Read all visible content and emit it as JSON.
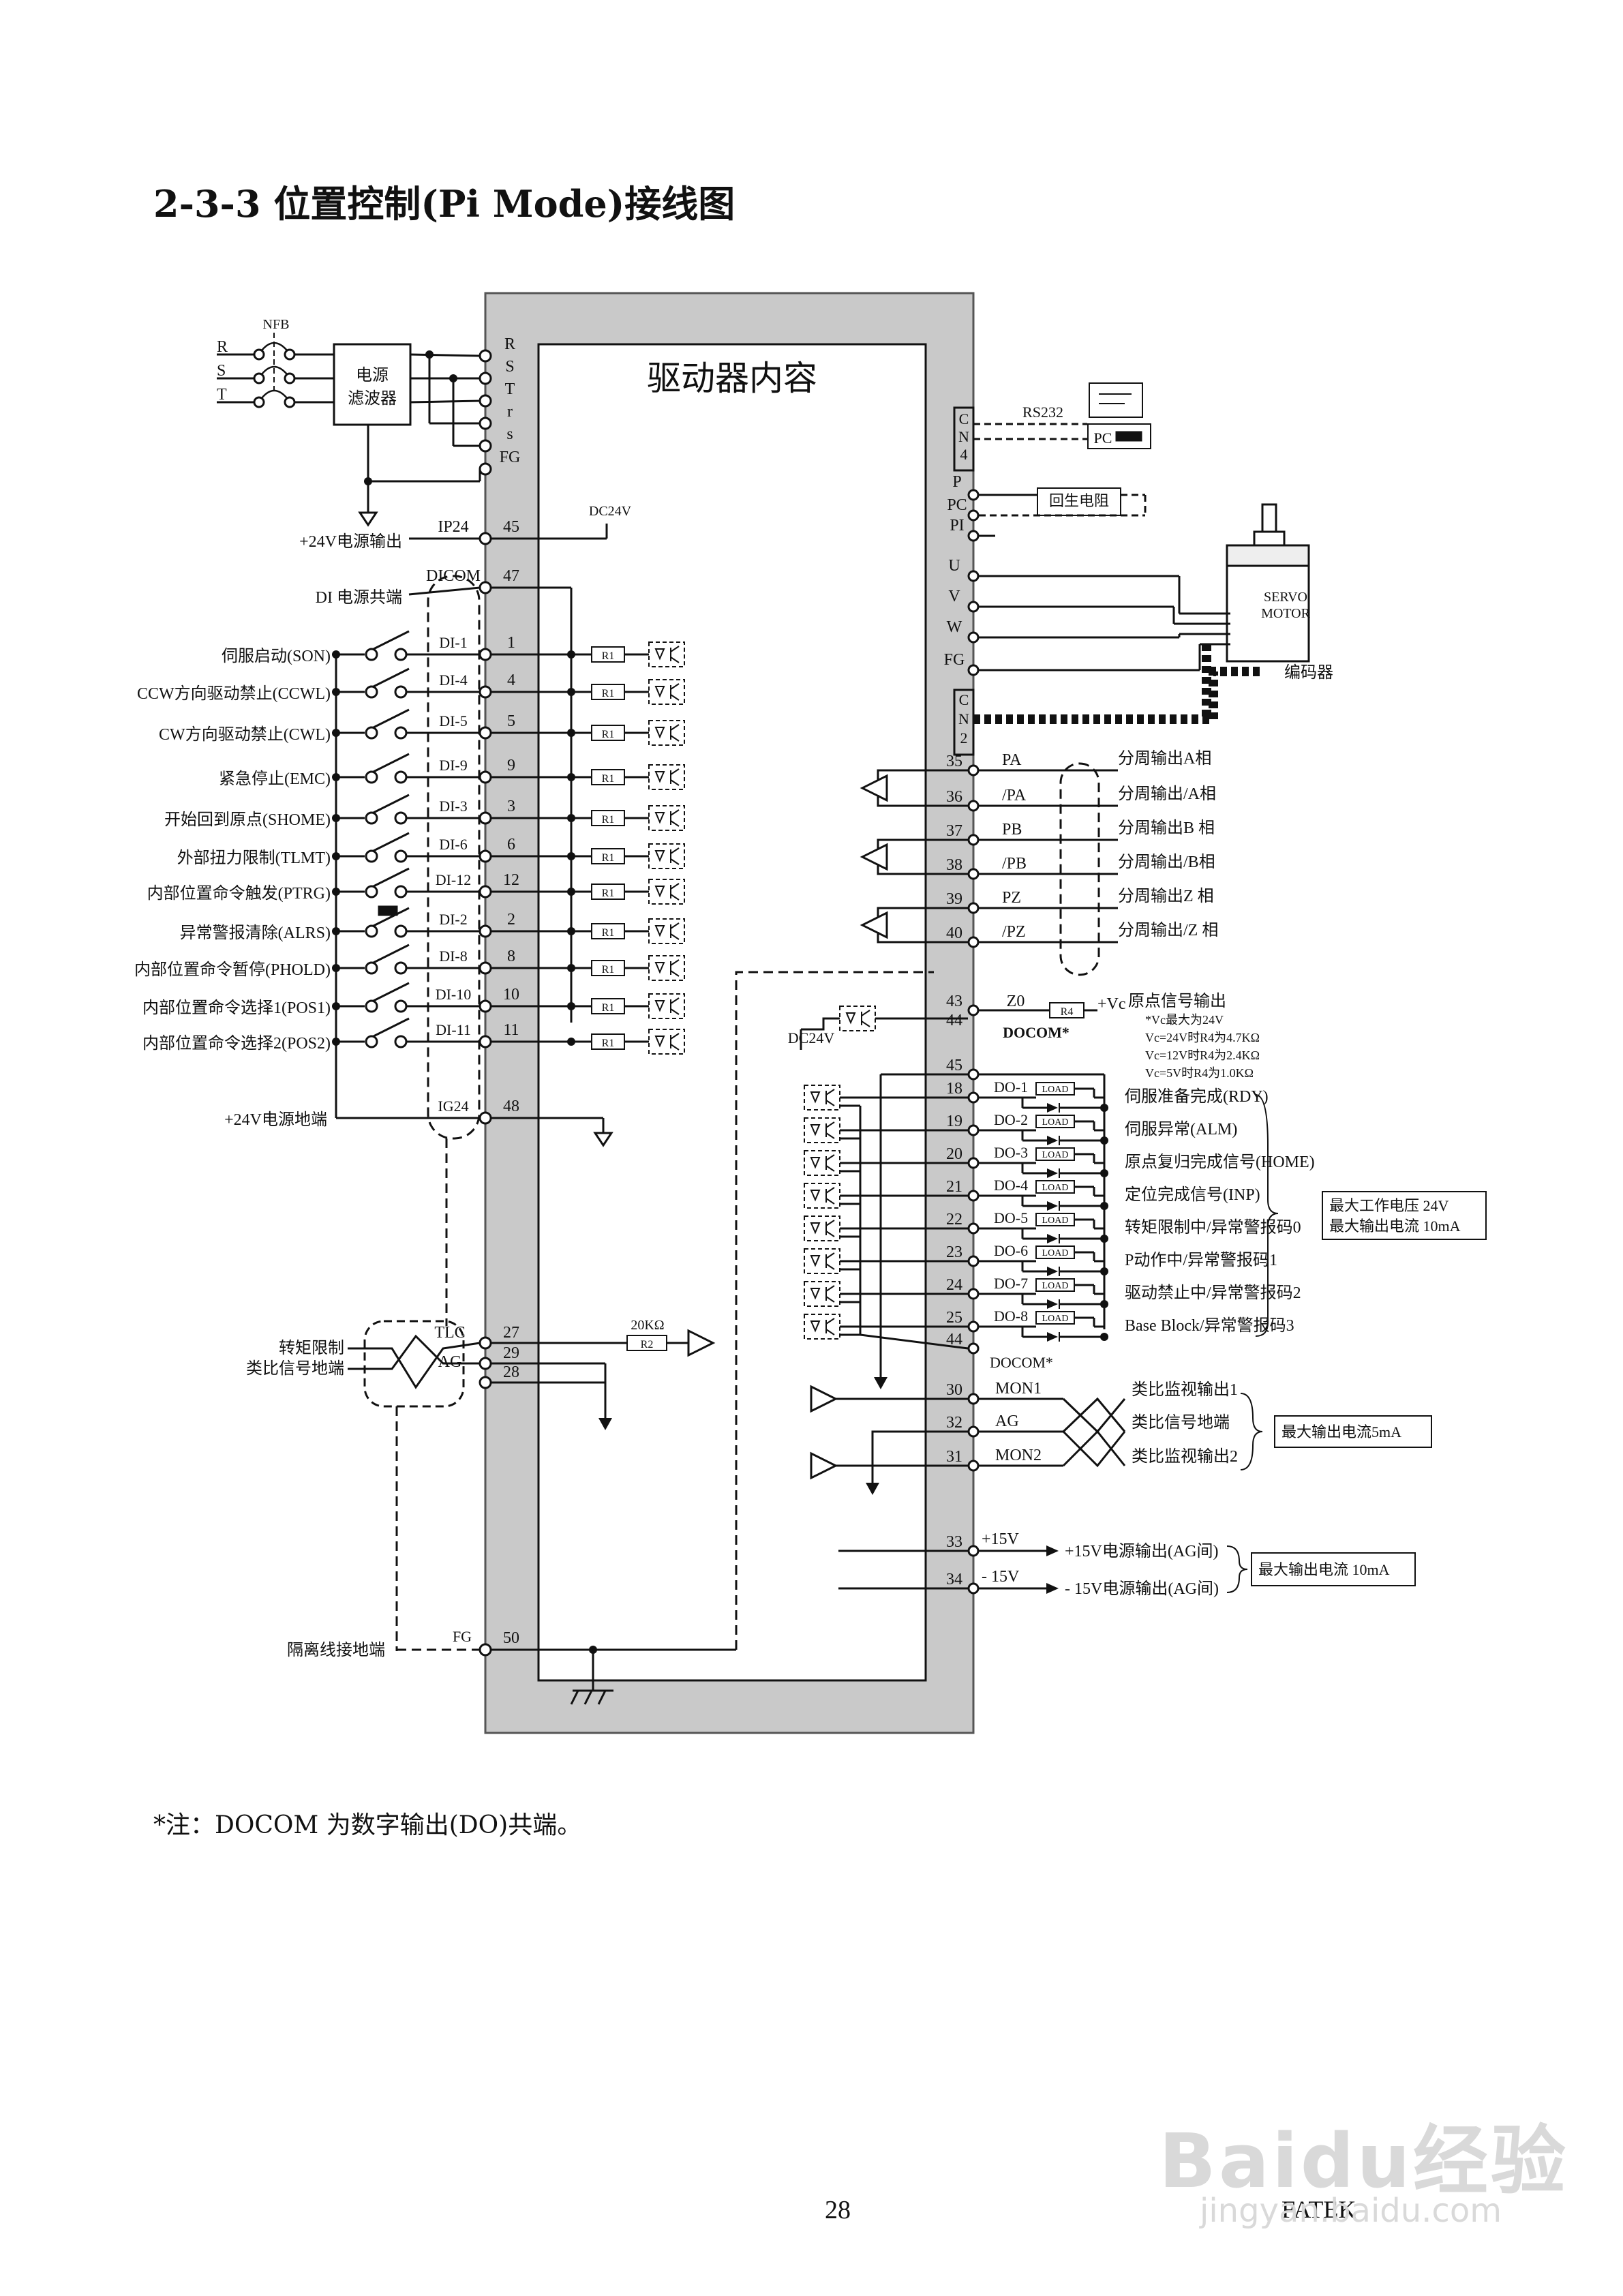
{
  "title": "2-3-3  位置控制(Pi Mode)接线图",
  "footnote": "*注：DOCOM 为数字输出(DO)共端。",
  "page_number": "28",
  "brand": "FATEK",
  "watermark": {
    "main": "Baidu经验",
    "url": "jingyan.baidu.com"
  },
  "drive": {
    "label": "驱动器内容"
  },
  "power": {
    "nfb": "NFB",
    "filter_line1": "电源",
    "filter_line2": "滤波器",
    "phases": [
      "R",
      "S",
      "T"
    ],
    "terminals": [
      "R",
      "S",
      "T",
      "r",
      "s",
      "FG"
    ]
  },
  "left_top": [
    {
      "pin": "45",
      "name": "IP24",
      "desc": "+24V电源输出"
    },
    {
      "pin": "47",
      "name": "DICOM",
      "desc": "DI 电源共端"
    }
  ],
  "dc24v": "DC24V",
  "resistor": "R1",
  "di": [
    {
      "desc": "伺服启动(SON)",
      "name": "DI-1",
      "pin": "1"
    },
    {
      "desc": "CCW方向驱动禁止(CCWL)",
      "name": "DI-4",
      "pin": "4"
    },
    {
      "desc": "CW方向驱动禁止(CWL)",
      "name": "DI-5",
      "pin": "5"
    },
    {
      "desc": "紧急停止(EMC)",
      "name": "DI-9",
      "pin": "9"
    },
    {
      "desc": "开始回到原点(SHOME)",
      "name": "DI-3",
      "pin": "3"
    },
    {
      "desc": "外部扭力限制(TLMT)",
      "name": "DI-6",
      "pin": "6"
    },
    {
      "desc": "内部位置命令触发(PTRG)",
      "name": "DI-12",
      "pin": "12"
    },
    {
      "desc": "异常警报清除(ALRS)",
      "name": "DI-2",
      "pin": "2"
    },
    {
      "desc": "内部位置命令暂停(PHOLD)",
      "name": "DI-8",
      "pin": "8"
    },
    {
      "desc": "内部位置命令选择1(POS1)",
      "name": "DI-10",
      "pin": "10"
    },
    {
      "desc": "内部位置命令选择2(POS2)",
      "name": "DI-11",
      "pin": "11"
    }
  ],
  "ig24": {
    "pin": "48",
    "name": "IG24",
    "desc": "+24V电源地端"
  },
  "analog_in": {
    "desc1": "转矩限制",
    "desc2": "类比信号地端",
    "tlc": "TLC",
    "ag": "AG",
    "pins": [
      "27",
      "29",
      "28"
    ],
    "r2": "R2",
    "r2val": "20KΩ"
  },
  "shield": {
    "pin": "50",
    "name": "FG",
    "desc": "隔离线接地端"
  },
  "right_top": {
    "cn4": [
      "C",
      "N",
      "4"
    ],
    "rs232": "RS232",
    "pc": "PC",
    "regen_pins": [
      "P",
      "PC",
      "PI"
    ],
    "regen": "回生电阻",
    "motor_pins": [
      "U",
      "V",
      "W",
      "FG"
    ],
    "cn2": [
      "C",
      "N",
      "2"
    ],
    "servo1": "SERVO",
    "servo2": "MOTOR",
    "encoder": "编码器"
  },
  "pulse_out": [
    {
      "pin": "35",
      "name": "PA",
      "desc": "分周输出A相"
    },
    {
      "pin": "36",
      "name": "/PA",
      "desc": "分周输出/A相"
    },
    {
      "pin": "37",
      "name": "PB",
      "desc": "分周输出B 相"
    },
    {
      "pin": "38",
      "name": "/PB",
      "desc": "分周输出/B相"
    },
    {
      "pin": "39",
      "name": "PZ",
      "desc": "分周输出Z 相"
    },
    {
      "pin": "40",
      "name": "/PZ",
      "desc": "分周输出/Z 相"
    }
  ],
  "z0": {
    "pin": "43",
    "name": "Z0",
    "docom_pin": "44",
    "docom": "DOCOM*",
    "vc": "+Vc",
    "desc": "原点信号输出",
    "r4": "R4",
    "notes": [
      "*Vc最大为24V",
      "Vc=24V时R4为4.7KΩ",
      "Vc=12V时R4为2.4KΩ",
      "Vc=5V时R4为1.0KΩ"
    ]
  },
  "do_pin45": "45",
  "do": [
    {
      "pin": "18",
      "name": "DO-1",
      "desc": "伺服准备完成(RDY)"
    },
    {
      "pin": "19",
      "name": "DO-2",
      "desc": "伺服异常(ALM)"
    },
    {
      "pin": "20",
      "name": "DO-3",
      "desc": "原点复归完成信号(HOME)"
    },
    {
      "pin": "21",
      "name": "DO-4",
      "desc": "定位完成信号(INP)"
    },
    {
      "pin": "22",
      "name": "DO-5",
      "desc": "转矩限制中/异常警报码0"
    },
    {
      "pin": "23",
      "name": "DO-6",
      "desc": "P动作中/异常警报码1"
    },
    {
      "pin": "24",
      "name": "DO-7",
      "desc": "驱动禁止中/异常警报码2"
    },
    {
      "pin": "25",
      "name": "DO-8",
      "desc": "Base Block/异常警报码3"
    }
  ],
  "do_docom": {
    "pin": "44",
    "name": "DOCOM*"
  },
  "load": "LOAD",
  "do_note": [
    "最大工作电压 24V",
    "最大输出电流 10mA"
  ],
  "monitor": [
    {
      "pin": "30",
      "name": "MON1",
      "desc": "类比监视输出1"
    },
    {
      "pin": "32",
      "name": "AG",
      "desc": "类比信号地端"
    },
    {
      "pin": "31",
      "name": "MON2",
      "desc": "类比监视输出2"
    }
  ],
  "mon_note": "最大输出电流5mA",
  "pwr_out": [
    {
      "pin": "33",
      "name": "+15V",
      "desc": "+15V电源输出(AG间)"
    },
    {
      "pin": "34",
      "name": "- 15V",
      "desc": "- 15V电源输出(AG间)"
    }
  ],
  "pwr_note": "最大输出电流 10mA"
}
